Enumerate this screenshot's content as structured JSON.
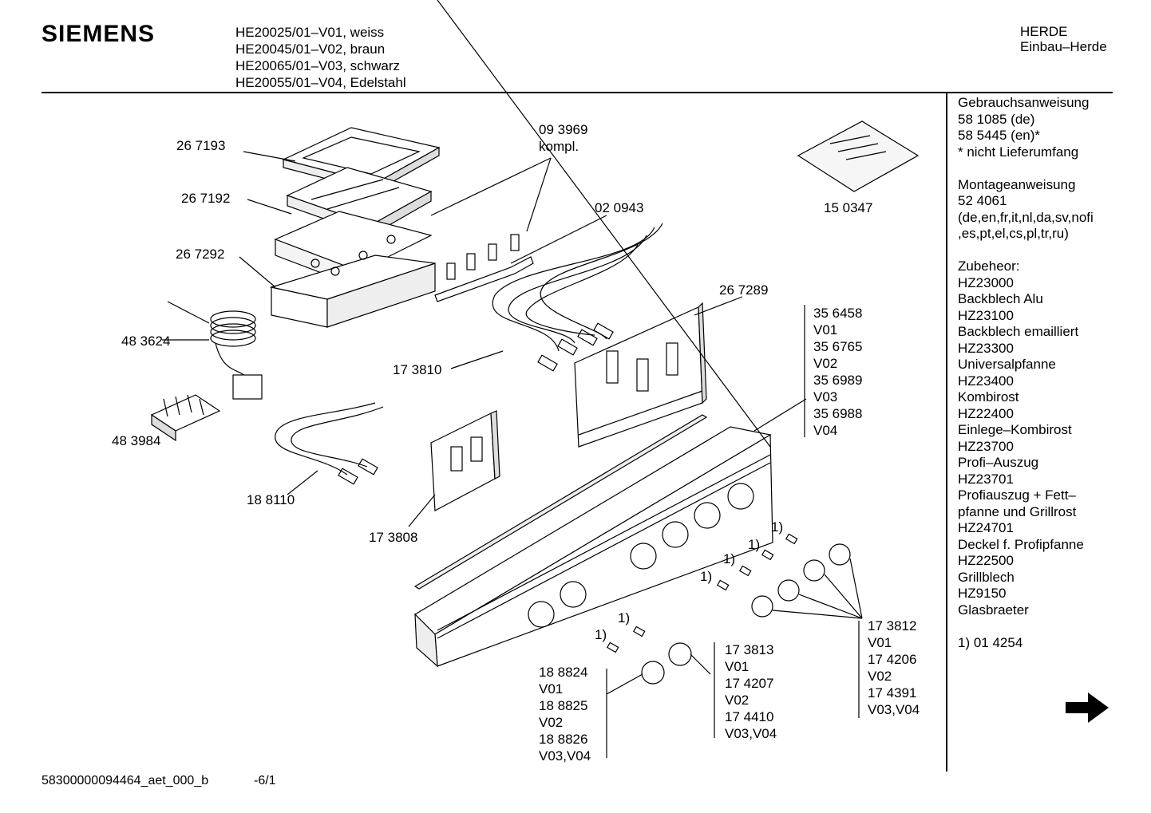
{
  "header": {
    "brand": "SIEMENS",
    "models": [
      "HE20025/01–V01, weiss",
      "HE20045/01–V02, braun",
      "HE20065/01–V03, schwarz",
      "HE20055/01–V04, Edelstahl"
    ],
    "category": "HERDE",
    "subcategory": "Einbau–Herde"
  },
  "sidebar": {
    "lines": [
      "Gebrauchsanweisung",
      "58 1085 (de)",
      "58 5445 (en)*",
      "* nicht Lieferumfang",
      "",
      "Montageanweisung",
      "52 4061",
      "(de,en,fr,it,nl,da,sv,nofi",
      ",es,pt,el,cs,pl,tr,ru)",
      "",
      "Zubeheor:",
      "HZ23000",
      "Backblech Alu",
      "HZ23100",
      "Backblech emailliert",
      "HZ23300",
      "Universalpfanne",
      "HZ23400",
      "Kombirost",
      "HZ22400",
      "Einlege–Kombirost",
      "HZ23700",
      "Profi–Auszug",
      "HZ23701",
      "Profiauszug + Fett–",
      "pfanne und Grillrost",
      "HZ24701",
      "Deckel f. Profipfanne",
      "HZ22500",
      "Grillblech",
      "HZ9150",
      "Glasbraeter",
      "",
      "1) 01 4254"
    ]
  },
  "parts": {
    "p267193": "26 7193",
    "p267192": "26 7192",
    "p267292": "26 7292",
    "p093969": "09 3969",
    "p093969b": "kompl.",
    "p020943": "02 0943",
    "p150347": "15 0347",
    "p267289": "26 7289",
    "p483624": "48 3624",
    "p173810": "17 3810",
    "p483984": "48 3984",
    "p188110": "18 8110",
    "p173808": "17 3808",
    "fn1": "1)",
    "group356": [
      "35 6458",
      "V01",
      "35 6765",
      "V02",
      "35 6989",
      "V03",
      "35 6988",
      "V04"
    ],
    "group173812": [
      "17 3812",
      "V01",
      "17 4206",
      "V02",
      "17 4391",
      "V03,V04"
    ],
    "group173813": [
      "17 3813",
      "V01",
      "17 4207",
      "V02",
      "17 4410",
      "V03,V04"
    ],
    "group188824": [
      "18 8824",
      "V01",
      "18 8825",
      "V02",
      "18 8826",
      "V03,V04"
    ]
  },
  "footer": {
    "code": "58300000094464_aet_000_b",
    "page": "-6/1"
  },
  "icons": {
    "next_page": "right-arrow-icon"
  }
}
